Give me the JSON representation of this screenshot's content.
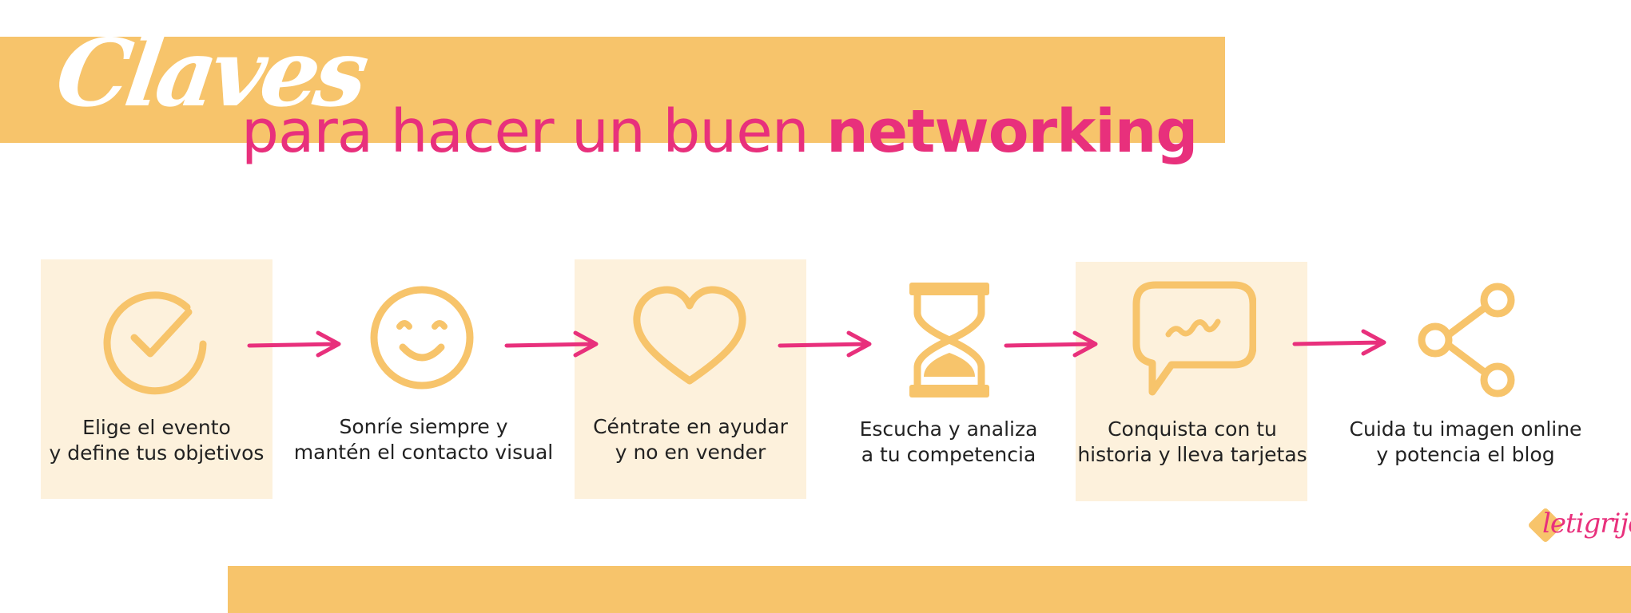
{
  "title": {
    "script": "Claves",
    "main_prefix": "para hacer un buen ",
    "main_bold": "networking"
  },
  "steps": [
    {
      "icon": "check-circle-icon",
      "line1": "Elige el evento",
      "line2": "y define tus objetivos"
    },
    {
      "icon": "smiley-face-icon",
      "line1": "Sonríe siempre y",
      "line2": "mantén el contacto visual"
    },
    {
      "icon": "heart-icon",
      "line1": "Céntrate en ayudar",
      "line2": "y no en vender"
    },
    {
      "icon": "hourglass-icon",
      "line1": "Escucha y analiza",
      "line2": "a tu competencia"
    },
    {
      "icon": "speech-bubble-icon",
      "line1": "Conquista con tu",
      "line2": "historia y lleva tarjetas"
    },
    {
      "icon": "share-icon",
      "line1": "Cuida tu imagen online",
      "line2": "y potencia el blog"
    }
  ],
  "logo": {
    "text": "letigrijo"
  },
  "colors": {
    "accent_yellow": "#f7c46b",
    "accent_pink": "#e8307c",
    "panel_cream": "#fdf1dc",
    "text_dark": "#222222"
  }
}
